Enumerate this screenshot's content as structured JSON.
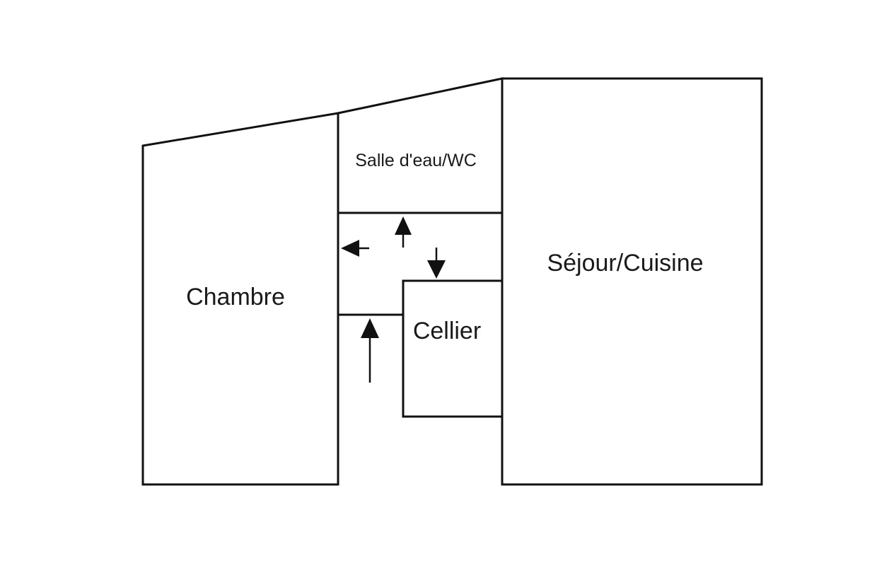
{
  "rooms": {
    "chambre": {
      "label": "Chambre"
    },
    "salle_eau": {
      "label": "Salle d'eau/WC"
    },
    "cellier": {
      "label": "Cellier"
    },
    "sejour": {
      "label": "Séjour/Cuisine"
    }
  }
}
